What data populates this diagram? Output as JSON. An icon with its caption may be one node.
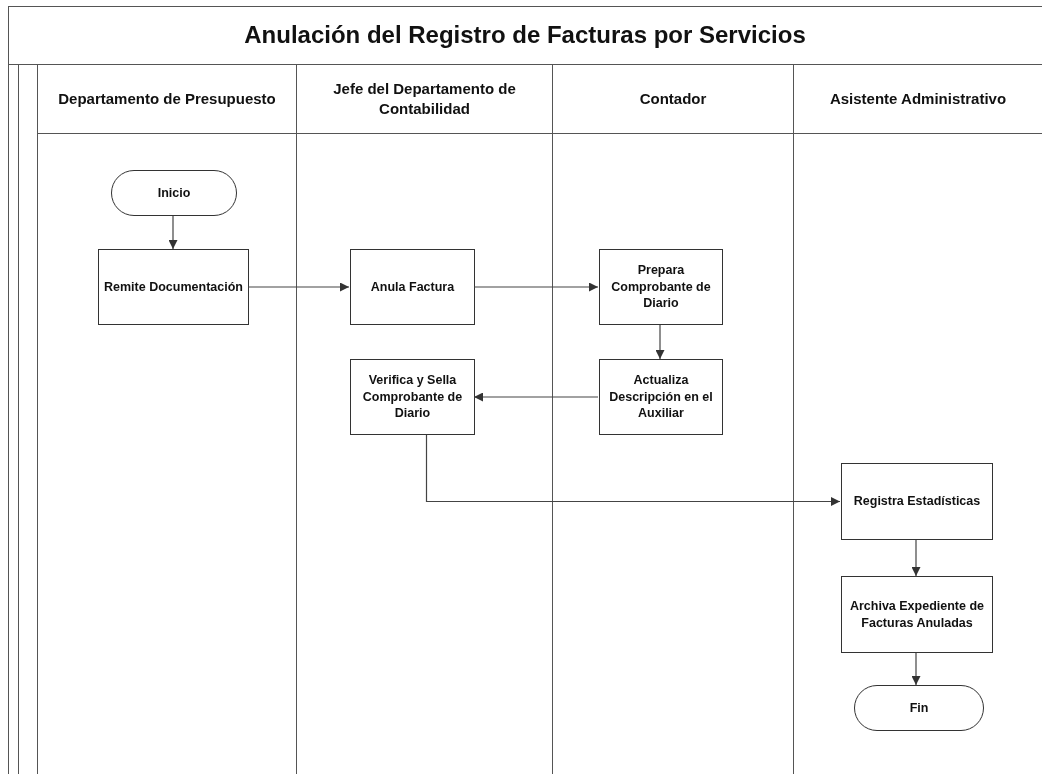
{
  "diagram": {
    "title": "Anulación del Registro de Facturas por Servicios",
    "nodes": [
      {
        "text": [
          "Departamento de Presupuesto"
        ]
      },
      {
        "text": [
          "Jefe del Departamento de Contabilidad"
        ]
      },
      {
        "text": [
          "Contador"
        ]
      },
      {
        "text": [
          "Asistente Administrativo"
        ]
      },
      {
        "text": [
          "Inicio"
        ],
        "in": 0
      },
      {
        "text": [
          "Remite Documentación"
        ],
        "in": 0
      },
      {
        "text": [
          "Anula Factura"
        ],
        "in": 1
      },
      {
        "text": [
          "Prepara Comprobante de Diario"
        ],
        "in": 2
      },
      {
        "text": [
          "Actualiza Descripción en el Auxiliar"
        ],
        "in": 2
      },
      {
        "text": [
          "Verifica y Sella Comprobante de Diario"
        ],
        "in": 1
      },
      {
        "text": [
          "Registra Estadísticas"
        ],
        "in": 3
      },
      {
        "text": [
          "Archiva Expediente de Facturas Anuladas"
        ],
        "in": 3
      },
      {
        "text": [
          "Fin"
        ],
        "in": 3
      }
    ],
    "edges": [
      {
        "from": 4,
        "to": 5,
        "arrow": "to"
      },
      {
        "from": 5,
        "to": 6,
        "arrow": "to"
      },
      {
        "from": 6,
        "to": 7,
        "arrow": "to"
      },
      {
        "from": 7,
        "to": 8,
        "arrow": "to"
      },
      {
        "from": 8,
        "to": 9,
        "arrow": "to"
      },
      {
        "from": 9,
        "to": 10,
        "arrow": "to"
      },
      {
        "from": 10,
        "to": 11,
        "arrow": "to"
      },
      {
        "from": 11,
        "to": 12,
        "arrow": "to"
      }
    ]
  }
}
